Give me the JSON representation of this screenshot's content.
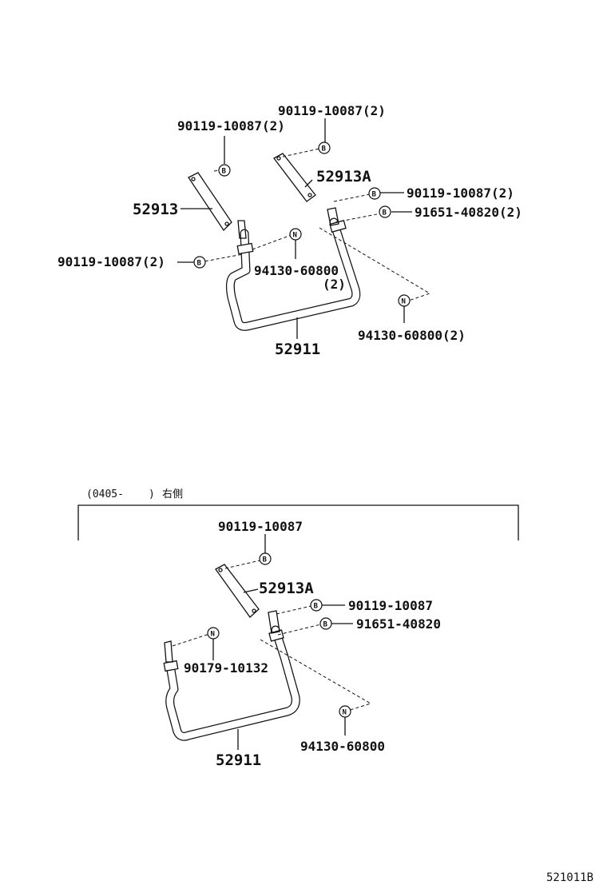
{
  "top": {
    "label_90119_upper_right": "90119-10087(2)",
    "label_90119_upper_left": "90119-10087(2)",
    "label_52913A": "52913A",
    "label_52913": "52913",
    "label_90119_right": "90119-10087(2)",
    "label_91651": "91651-40820(2)",
    "label_90119_left": "90119-10087(2)",
    "label_94130_mid": "94130-60800",
    "label_94130_mid_qty": "(2)",
    "label_94130_right": "94130-60800(2)",
    "label_52911": "52911"
  },
  "bottom": {
    "header_code": "(0405-",
    "header_close": ")",
    "header_side": "右側",
    "label_90119_top": "90119-10087",
    "label_52913A": "52913A",
    "label_90119_right": "90119-10087",
    "label_91651": "91651-40820",
    "label_90179": "90179-10132",
    "label_94130": "94130-60800",
    "label_52911": "52911"
  },
  "symbols": {
    "bolt": "B",
    "nut": "N"
  },
  "diagram_ref": "521011B"
}
